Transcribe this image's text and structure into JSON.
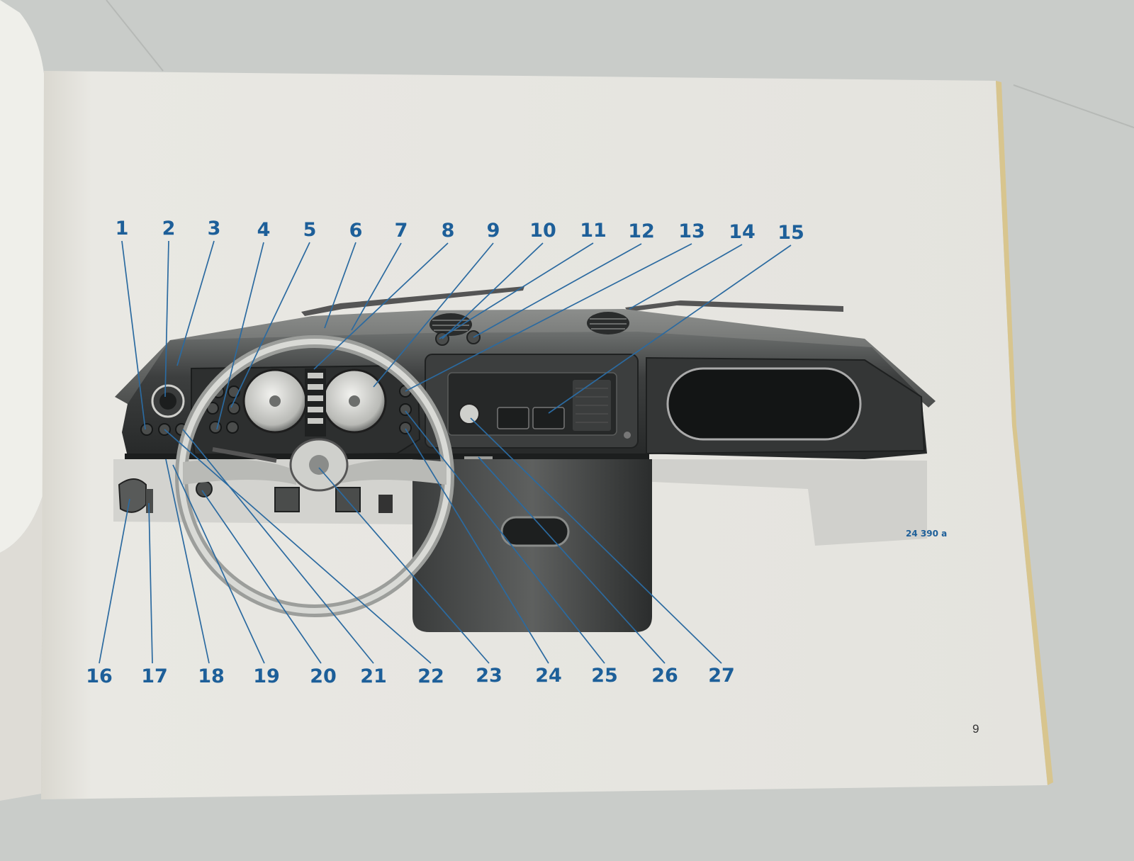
{
  "figure": {
    "reference_code": "24 390 a",
    "page_number": "9"
  },
  "callouts_top": [
    "1",
    "2",
    "3",
    "4",
    "5",
    "6",
    "7",
    "8",
    "9",
    "10",
    "11",
    "12",
    "13",
    "14",
    "15"
  ],
  "callouts_bottom": [
    "16",
    "17",
    "18",
    "19",
    "20",
    "21",
    "22",
    "23",
    "24",
    "25",
    "26",
    "27"
  ],
  "colors": {
    "callout_blue": "#1d5f99",
    "page_paper": "#e6e5e1",
    "desk_background": "#c9ccc9",
    "dashboard_dark": "#2e3030"
  }
}
